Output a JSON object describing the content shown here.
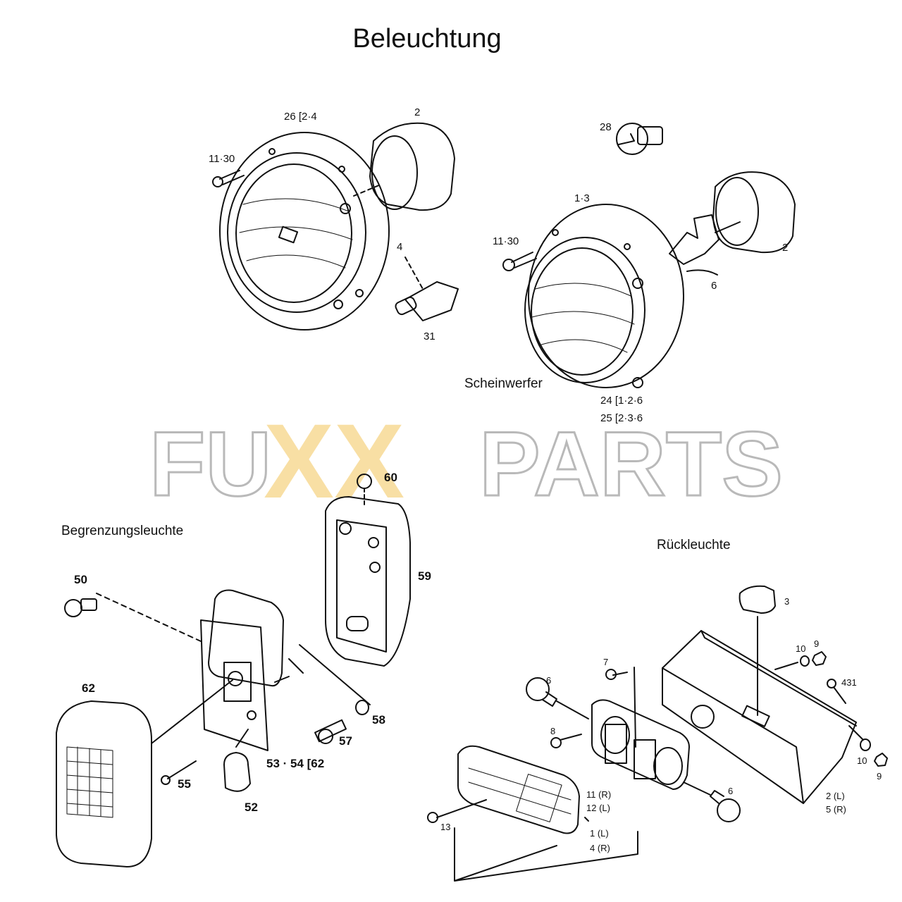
{
  "title": "Beleuchtung",
  "sections": {
    "headlight": "Scheinwerfer",
    "marker": "Begrenzungsleuchte",
    "tail": "Rückleuchte"
  },
  "watermark": {
    "left": "FU",
    "middle": "XX",
    "right": "PARTS",
    "middle_color": "#f2c45a",
    "outline_color": "#b9b9b9"
  },
  "callouts": {
    "c26": "26 [2·4",
    "c2a": "2",
    "c1130a": "11·30",
    "c4": "4",
    "c31": "31",
    "c28": "28",
    "c13": "1·3",
    "c1130b": "11·30",
    "c2b": "2",
    "c6a": "6",
    "c24": "24 [1·2·6",
    "c25": "25 [2·3·6",
    "c60": "60",
    "c59": "59",
    "c50": "50",
    "c62": "62",
    "c58": "58",
    "c57": "57",
    "c5354": "53 · 54 [62",
    "c55": "55",
    "c52": "52",
    "c3": "3",
    "c10a": "10",
    "c9a": "9",
    "c431": "431",
    "c7": "7",
    "c6b": "6",
    "c8": "8",
    "c11": "11 (R)",
    "c12": "12 (L)",
    "c1": "1 (L)",
    "c4r": "4 (R)",
    "c13b": "13",
    "c6c": "6",
    "c2l": "2 (L)",
    "c5r": "5 (R)",
    "c10b": "10",
    "c9b": "9"
  }
}
